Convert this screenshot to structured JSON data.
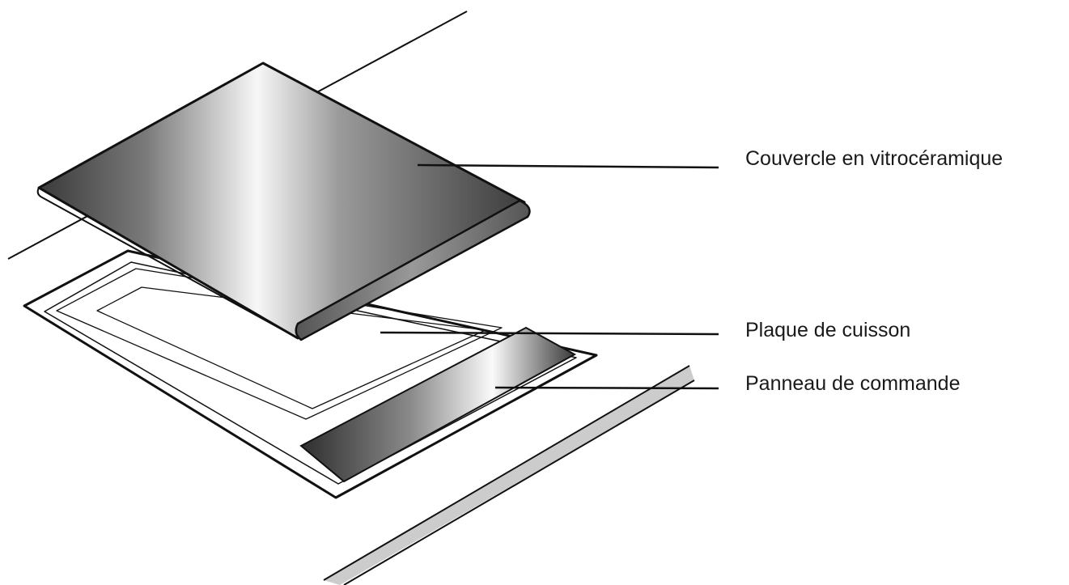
{
  "labels": {
    "cover": "Couvercle en vitrocéramique",
    "hob": "Plaque de cuisson",
    "control_panel": "Panneau de commande"
  },
  "colors": {
    "outline": "#111111",
    "steel_dark": "#3a3a3a",
    "steel_light": "#f5f5f5",
    "counter_edge": "#cccccc"
  }
}
